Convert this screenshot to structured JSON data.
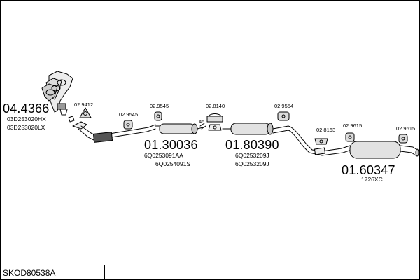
{
  "document_code": "SKOD80538A",
  "part_numbers": {
    "front_pipe": "04.4366",
    "middle_silencer_1": "01.30036",
    "middle_silencer_2": "01.80390",
    "rear_silencer": "01.60347"
  },
  "oem_refs": {
    "front_1": "03D253020HX",
    "front_2": "03D253020LX",
    "middle1_1": "6Q0253091AA",
    "middle1_2": "6Q0254091S",
    "middle2_1": "6Q0253209J",
    "middle2_2": "6Q0253209J",
    "rear_1": "1726XC"
  },
  "accessories": {
    "a1": "02.9412",
    "a2": "02.9545",
    "a3": "02.9545",
    "a4": "02.8140",
    "a5": "02.9554",
    "a6": "02.8163",
    "a7": "02.9615",
    "a8": "02.9615"
  },
  "clamp_label": "45"
}
